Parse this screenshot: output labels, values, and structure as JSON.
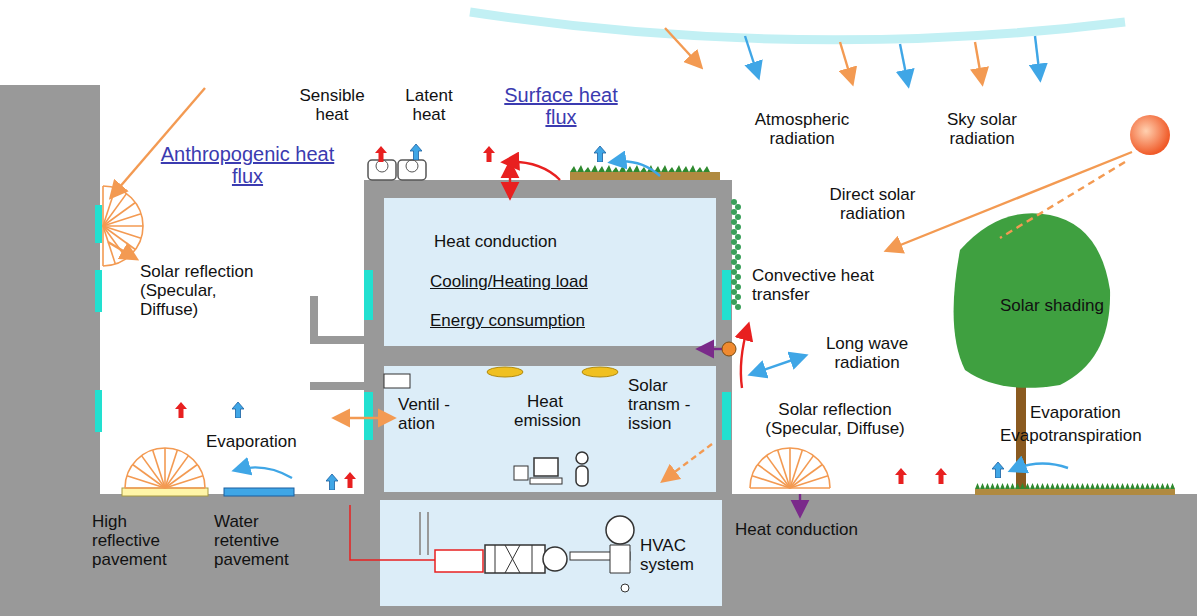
{
  "diagram": {
    "labels": [
      "Sensible heat",
      "Latent heat",
      "Surface heat flux",
      "Anthropogenic heat flux",
      "Atmospheric radiation",
      "Sky solar radiation",
      "Direct solar radiation",
      "Heat conduction",
      "Cooling/Heating load",
      "Energy consumption",
      "Solar reflection (Specular, Diffuse)",
      "Convective heat transfer",
      "Solar shading",
      "Long wave radiation",
      "Ventil -ation",
      "Heat emission",
      "Solar transm -ission",
      "Solar reflection (Specular, Diffuse)",
      "Evaporation",
      "Evaporation",
      "Evapotranspiration",
      "HVAC system",
      "Heat conduction",
      "High reflective pavement",
      "Water retentive pavement"
    ]
  }
}
